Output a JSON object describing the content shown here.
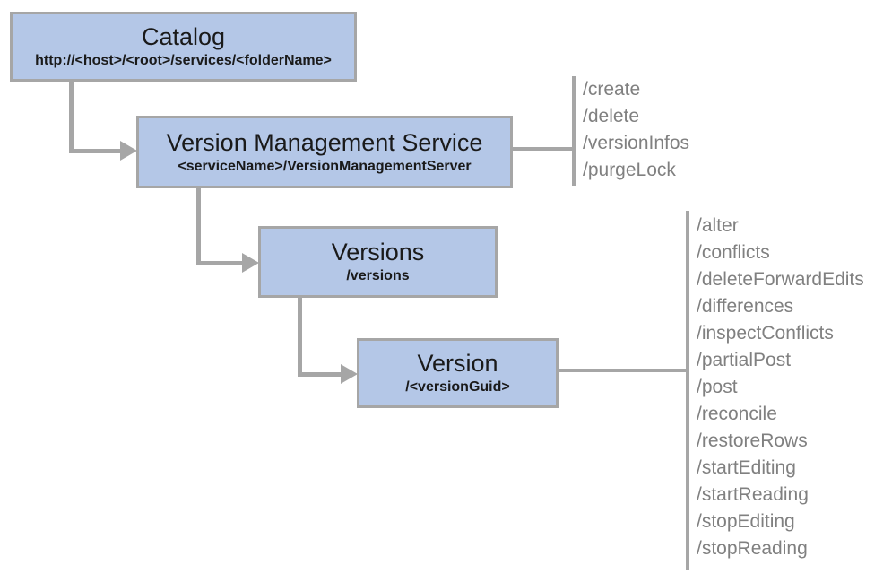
{
  "diagram": {
    "nodes": [
      {
        "title": "Catalog",
        "subtitle": "http://<host>/<root>/services/<folderName>"
      },
      {
        "title": "Version Management Service",
        "subtitle": "<serviceName>/VersionManagementServer"
      },
      {
        "title": "Versions",
        "subtitle": "/versions"
      },
      {
        "title": "Version",
        "subtitle": "/<versionGuid>"
      }
    ],
    "endpoint_groups": [
      {
        "parent": "Version Management Service",
        "items": [
          "/create",
          "/delete",
          "/versionInfos",
          "/purgeLock"
        ]
      },
      {
        "parent": "Version",
        "items": [
          "/alter",
          "/conflicts",
          "/deleteForwardEdits",
          "/differences",
          "/inspectConflicts",
          "/partialPost",
          "/post",
          "/reconcile",
          "/restoreRows",
          "/startEditing",
          "/startReading",
          "/stopEditing",
          "/stopReading"
        ]
      }
    ],
    "colors": {
      "node_fill": "#b4c7e7",
      "node_border": "#a6a6a6",
      "connector": "#a6a6a6",
      "title_text": "#1a1a1a",
      "endpoint_text": "#808080"
    }
  }
}
